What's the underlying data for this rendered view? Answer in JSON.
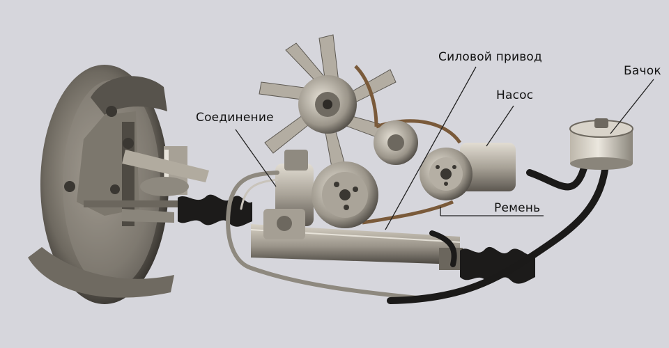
{
  "labels": {
    "power_drive": "Силовой привод",
    "pump": "Насос",
    "reservoir": "Бачок",
    "connection": "Соединение",
    "belt": "Ремень"
  },
  "colors": {
    "background": "#d6d6dc",
    "metal_light": "#c9c4bb",
    "metal_mid": "#8f8a80",
    "metal_dark": "#3a3732",
    "rubber": "#1c1b1a",
    "belt": "#7a5a3a",
    "leader_line": "#222222"
  }
}
